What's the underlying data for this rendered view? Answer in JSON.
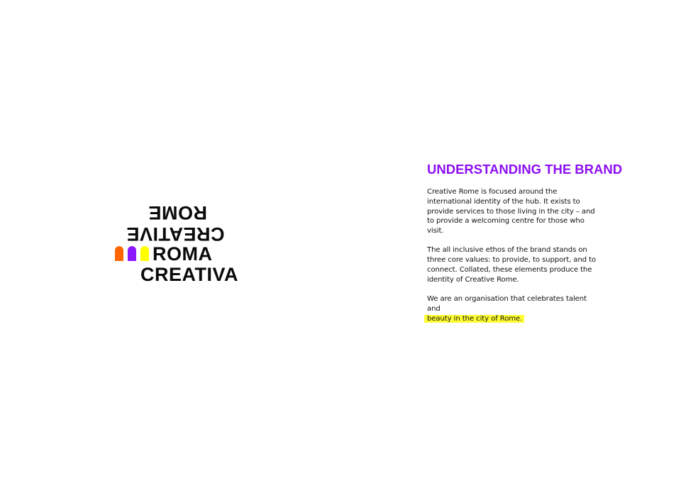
{
  "logo": {
    "line1": "ROME",
    "line2": "CREATIVE",
    "line3": "ROMA",
    "line4": "CREATIVA",
    "arch_colors": [
      "#ff6600",
      "#8a18ff",
      "#ffff00"
    ],
    "text_color": "#0a0a0a"
  },
  "section": {
    "title": "UNDERSTANDING THE BRAND",
    "title_color": "#8c0ff2",
    "paragraph1": "Creative Rome is focused around the international identity of the hub. It exists to provide services to those living in the city – and to provide a welcoming centre for those who visit.",
    "paragraph2": "The all inclusive ethos of the brand stands on three core values: to provide, to support, and to connect. Collated, these elements produce the identity of Creative Rome.",
    "paragraph3_start": "We are an organisation that celebrates talent and",
    "paragraph3_highlight": "beauty in the city of Rome.",
    "highlight_color": "#ffff33"
  }
}
